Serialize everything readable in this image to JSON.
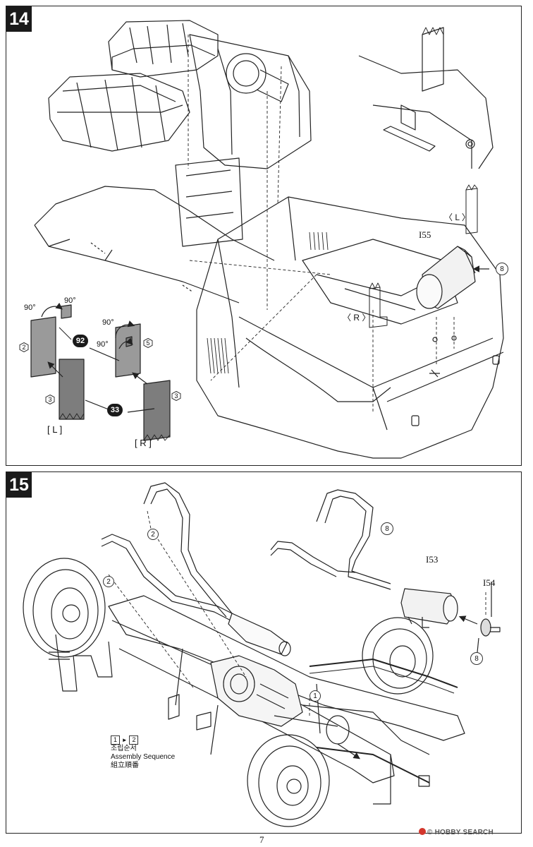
{
  "page_number": "7",
  "watermark": {
    "text": "HOBBY SEARCH",
    "symbol": "©"
  },
  "step14": {
    "number": "14",
    "part_main": "I55",
    "part_main_callout": "8",
    "orientation_L": "〈 L 〉",
    "orientation_R": "〈 R 〉",
    "detail": {
      "left": {
        "angle": "90°",
        "angle2": "90°",
        "hex_part": "2",
        "black_callout": "92",
        "lower_hex": "3",
        "label": "[ L ]"
      },
      "right": {
        "angle": "90°",
        "angle2": "90°",
        "hex_part": "5",
        "black_callout": "33",
        "lower_hex": "3",
        "label": "[ R ]"
      }
    }
  },
  "step15": {
    "number": "15",
    "part_exhaust": "I53",
    "part_cap": "I54",
    "callout_pipe": "8",
    "callout_cap": "8",
    "seq_marks": [
      "2",
      "2",
      "1"
    ],
    "sequence": {
      "from": "1",
      "arrow": "►",
      "to": "2",
      "line_ko": "조립순서",
      "line_en": "Assembly Sequence",
      "line_ja": "組立順番"
    }
  }
}
